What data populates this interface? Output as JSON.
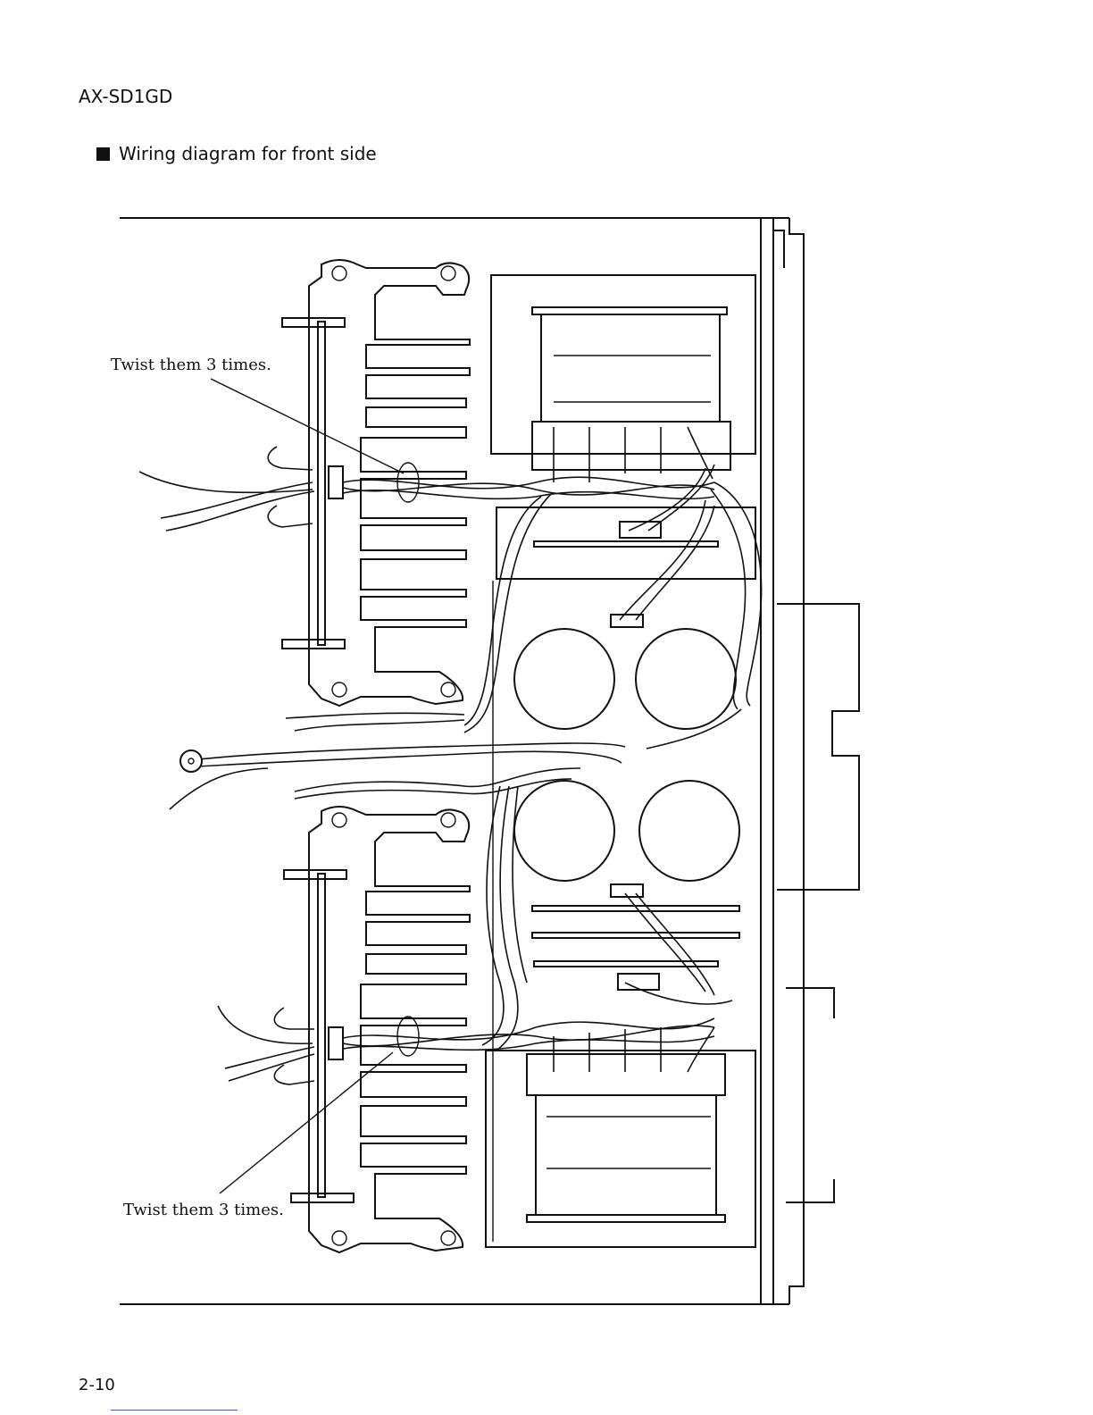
{
  "header": {
    "model": "AX-SD1GD",
    "section_title": "Wiring diagram for front side"
  },
  "diagram": {
    "annotations": [
      {
        "id": "twist-top",
        "text": "Twist them 3 times."
      },
      {
        "id": "twist-bottom",
        "text": "Twist them 3 times."
      }
    ]
  },
  "footer": {
    "page_number": "2-10"
  }
}
